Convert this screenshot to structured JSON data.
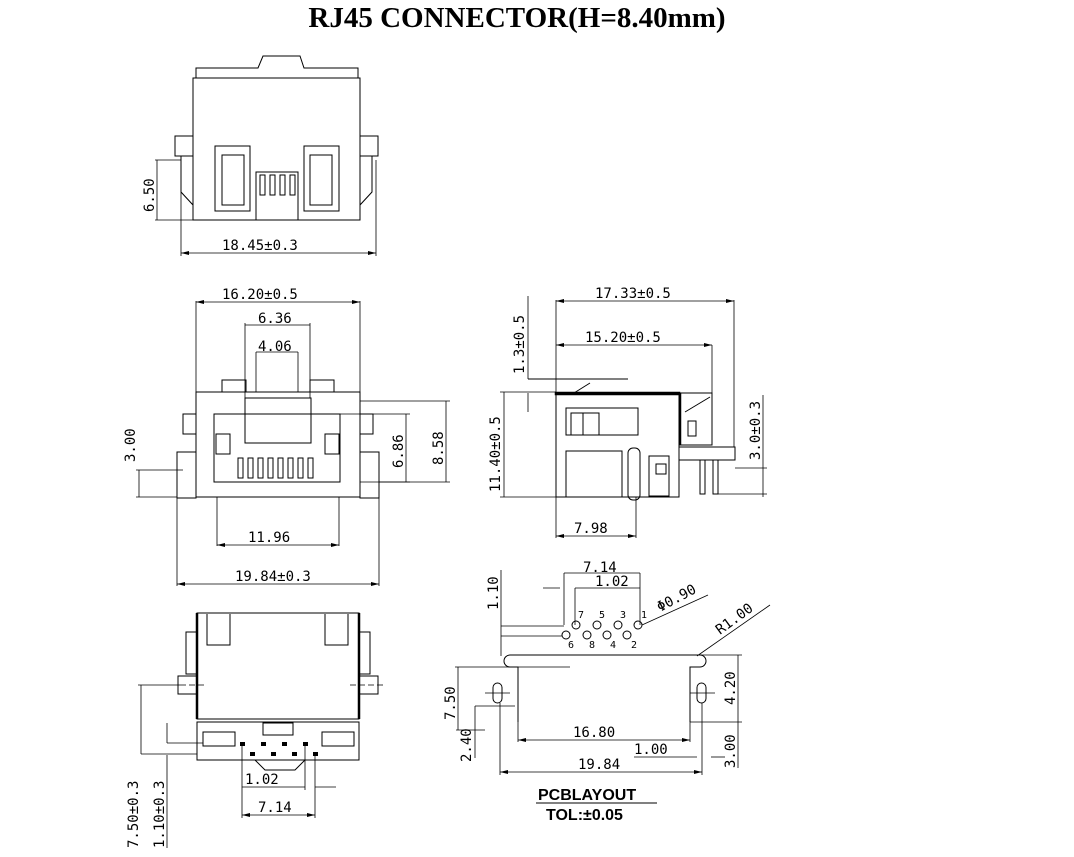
{
  "title": "RJ45 CONNECTOR(H=8.40mm)",
  "views": {
    "front_top": {
      "dims": {
        "height": "6.50",
        "width": "18.45±0.3"
      }
    },
    "front": {
      "dims": {
        "top_width": "16.20±0.5",
        "latch_outer": "6.36",
        "latch_inner": "4.06",
        "left_height": "3.00",
        "opening_height": "6.86",
        "total_height": "8.58",
        "post_span": "11.96",
        "overall_width": "19.84±0.3"
      }
    },
    "side": {
      "dims": {
        "overall_depth": "17.33±0.5",
        "body_depth": "15.20±0.5",
        "top_offset": "1.3±0.5",
        "body_height": "11.40±0.5",
        "pin_length": "3.0±0.3",
        "post_offset": "7.98"
      }
    },
    "bottom": {
      "dims": {
        "post_to_edge": "7.50±0.3",
        "row_offset": "1.10±0.3",
        "pin_pitch": "1.02",
        "pin_span": "7.14"
      }
    },
    "pcb_layout": {
      "label": "PCBLAYOUT",
      "tolerance": "TOL:±0.05",
      "pins_top": [
        "7",
        "5",
        "3",
        "1"
      ],
      "pins_bottom": [
        "6",
        "8",
        "4",
        "2"
      ],
      "dims": {
        "pin_span": "7.14",
        "pin_pitch": "1.02",
        "row_offset": "1.10",
        "hole_dia": "Φ0.90",
        "radius": "R1.00",
        "slot_height": "7.50",
        "slot_offset": "2.40",
        "post_span": "16.80",
        "right_offset": "1.00",
        "overall_width": "19.84",
        "edge_to_slot": "4.20",
        "bottom_offset": "3.00"
      }
    }
  }
}
